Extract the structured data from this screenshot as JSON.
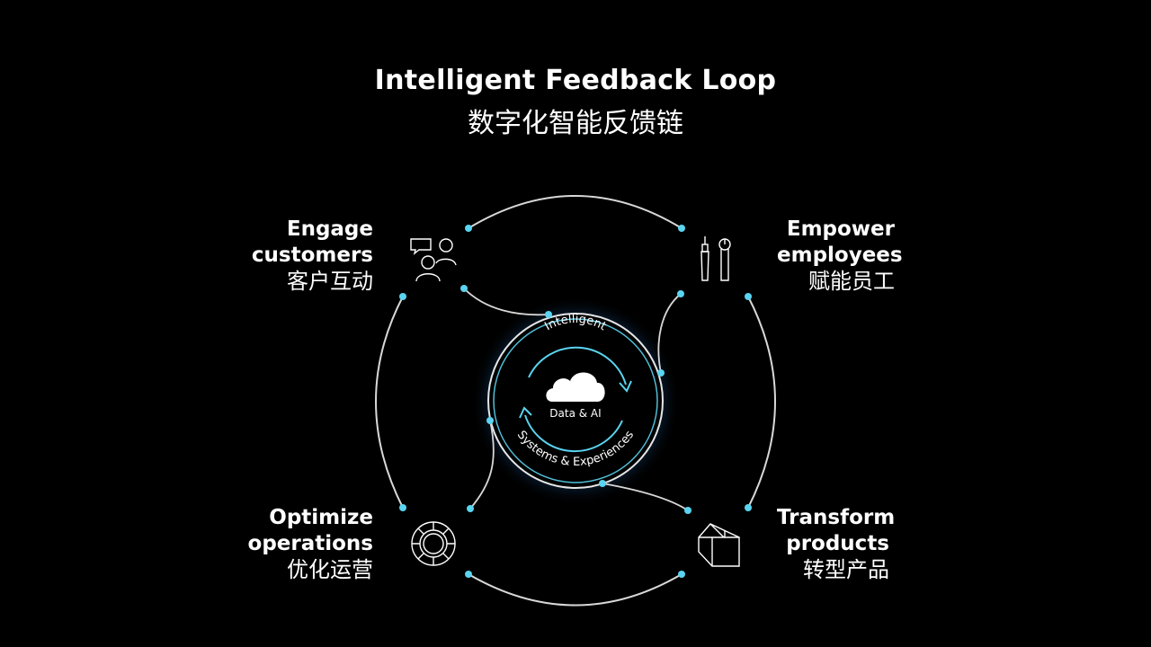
{
  "title": {
    "en": "Intelligent Feedback Loop",
    "zh": "数字化智能反馈链"
  },
  "center": {
    "top_text": "Intelligent",
    "core_text": "Data & AI",
    "bottom_text": "Systems & Experiences",
    "accent_color": "#5ad4f0"
  },
  "quadrants": {
    "engage": {
      "line1": "Engage",
      "line2": "customers",
      "zh": "客户互动",
      "icon": "customers-chat-icon"
    },
    "empower": {
      "line1": "Empower",
      "line2": "employees",
      "zh": "赋能员工",
      "icon": "tools-icon"
    },
    "optimize": {
      "line1": "Optimize",
      "line2": "operations",
      "zh": "优化运营",
      "icon": "gear-icon"
    },
    "transform": {
      "line1": "Transform",
      "line2": "products",
      "zh": "转型产品",
      "icon": "box-icon"
    }
  }
}
